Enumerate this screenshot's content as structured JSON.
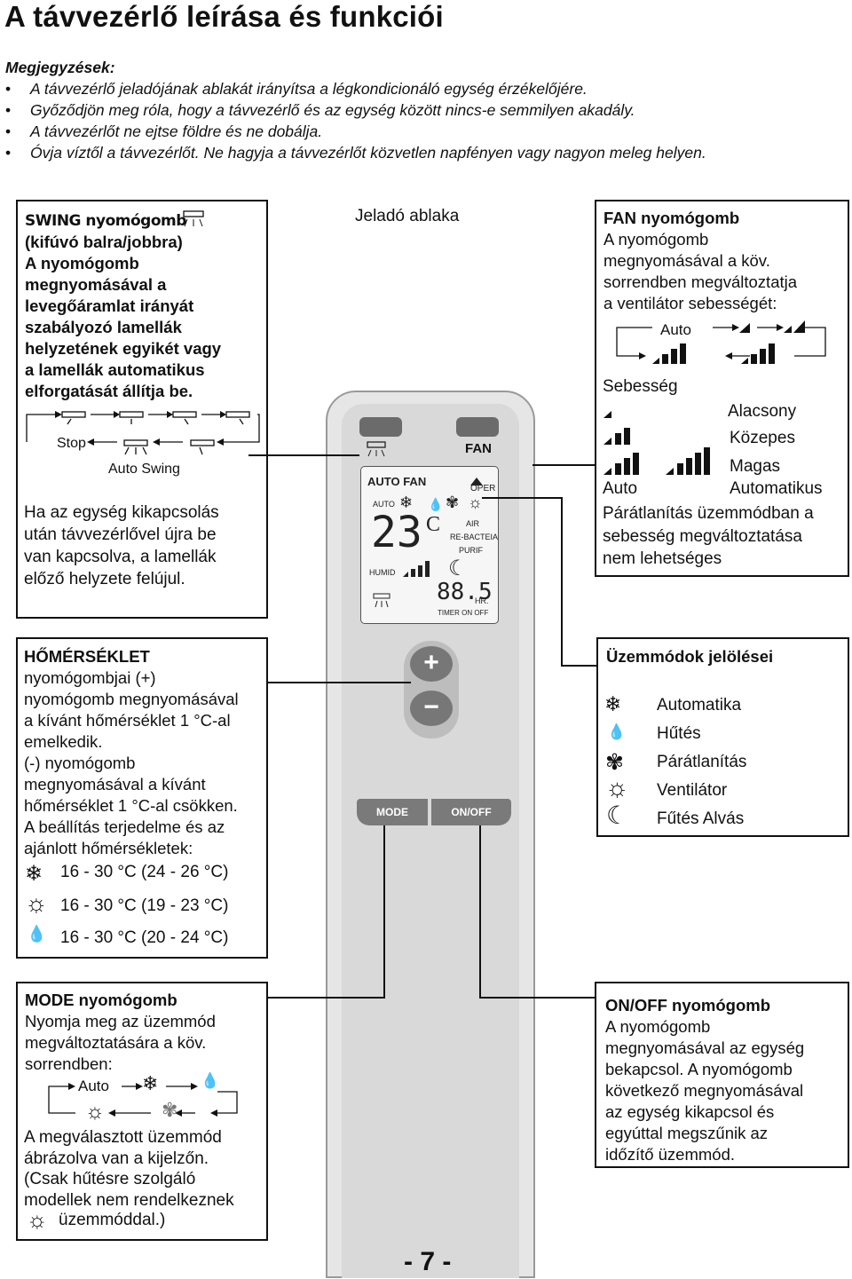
{
  "title": "A távvezérlő leírása és funkciói",
  "notes": {
    "heading": "Megjegyzések:",
    "items": [
      "A távvezérlő jeladójának ablakát irányítsa a légkondicionáló egység érzékelőjére.",
      "Győződjön meg róla, hogy a távvezérlő és az egység között nincs-e semmilyen akadály.",
      "A távvezérlőt ne ejtse földre és ne dobálja.",
      "Óvja víztől a távvezérlőt. Ne hagyja a távvezérlőt közvetlen napfényen vagy nagyon meleg helyen."
    ]
  },
  "swing": {
    "lines": [
      "SWING nyomógomb",
      "(kifúvó balra/jobbra)",
      "A nyomógomb",
      "megnyomásával a",
      "levegőáramlat irányát",
      "szabályozó lamellák",
      "helyzetének egyikét vagy",
      "a lamellák automatikus",
      "elforgatását állítja be."
    ],
    "stop_label": "Stop",
    "auto_swing_label": "Auto Swing",
    "note_lines": [
      "Ha az egység kikapcsolás",
      "után távvezérlővel újra be",
      "van kapcsolva, a lamellák",
      "előző helyzete felújul."
    ]
  },
  "transmitter_label": "Jeladó ablaka",
  "fan": {
    "lines": [
      "FAN nyomógomb",
      "A nyomógomb",
      "megnyomásával a köv.",
      "sorrendben megváltoztatja",
      "a ventilátor sebességét:"
    ],
    "auto_label": "Auto",
    "speed_heading": "Sebesség",
    "speeds": [
      "Alacsony",
      "Közepes",
      "Magas"
    ],
    "auto_row": [
      "Auto",
      "Automatikus"
    ],
    "dry_note_lines": [
      "Párátlanítás üzemmódban a",
      "sebesség megváltoztatása",
      "nem lehetséges"
    ]
  },
  "temperature": {
    "lines": [
      "HŐMÉRSÉKLET",
      "nyomógombjai (+)",
      "nyomógomb megnyomásával",
      "a kívánt hőmérséklet 1 °C-al",
      "emelkedik.",
      "(-) nyomógomb",
      "megnyomásával a kívánt",
      "hőmérséklet 1 °C-al csökken.",
      "A beállítás terjedelme és az",
      "ajánlott hőmérsékletek:"
    ],
    "ranges": [
      "16 - 30 °C (24 - 26 °C)",
      "16 - 30 °C (19 - 23 °C)",
      "16 - 30 °C (20 - 24 °C)"
    ]
  },
  "modes": {
    "heading": "Üzemmódok jelölései",
    "items": [
      "Automatika",
      "Hűtés",
      "Párátlanítás",
      "Ventilátor",
      "Fűtés Alvás"
    ]
  },
  "mode_button": {
    "lines": [
      "MODE nyomógomb",
      "Nyomja meg az üzemmód",
      "megváltoztatására a köv.",
      "sorrendben:"
    ],
    "auto_label": "Auto",
    "desc_lines": [
      "A megválasztott üzemmód",
      "ábrázolva van a kijelzőn.",
      "(Csak hűtésre szolgáló",
      "modellek nem rendelkeznek"
    ],
    "last_line": "üzemmóddal.)"
  },
  "onoff": {
    "lines": [
      "ON/OFF nyomógomb",
      "A nyomógomb",
      "megnyomásával az egység",
      "bekapcsol. A nyomógomb",
      "következő megnyomásával",
      "az egység kikapcsol és",
      "egyúttal megszűnik az",
      "időzítő üzemmód."
    ]
  },
  "remote": {
    "fan_btn": "FAN",
    "lcd_autofan": "AUTO FAN",
    "lcd_oper": "OPER",
    "lcd_auto": "AUTO",
    "lcd_temp": "23",
    "lcd_c": "C",
    "lcd_air": "AIR",
    "lcd_rebact": "RE-BACTEIA",
    "lcd_purif": "PURIF",
    "lcd_humid": "HUMID",
    "lcd_timer": "88.5",
    "lcd_hr": "HR.",
    "lcd_timer_label": "TIMER ON OFF",
    "plus": "+",
    "minus": "−",
    "mode_btn": "MODE",
    "onoff_btn": "ON/OFF"
  },
  "page_number": "- 7 -"
}
